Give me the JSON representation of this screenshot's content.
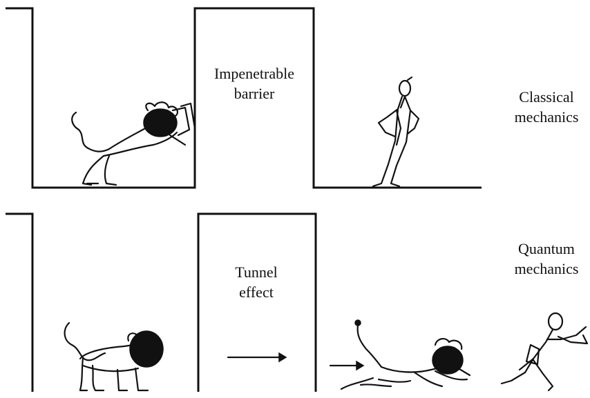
{
  "panels": {
    "classical": {
      "barrier_label_line1": "Impenetrable",
      "barrier_label_line2": "barrier",
      "side_label_line1": "Classical",
      "side_label_line2": "mechanics"
    },
    "quantum": {
      "barrier_label_line1": "Tunnel",
      "barrier_label_line2": "effect",
      "side_label_line1": "Quantum",
      "side_label_line2": "mechanics"
    }
  },
  "colors": {
    "ink": "#111111",
    "background": "#ffffff"
  },
  "icons": [
    "lion-icon",
    "man-icon",
    "arrow-icon"
  ]
}
